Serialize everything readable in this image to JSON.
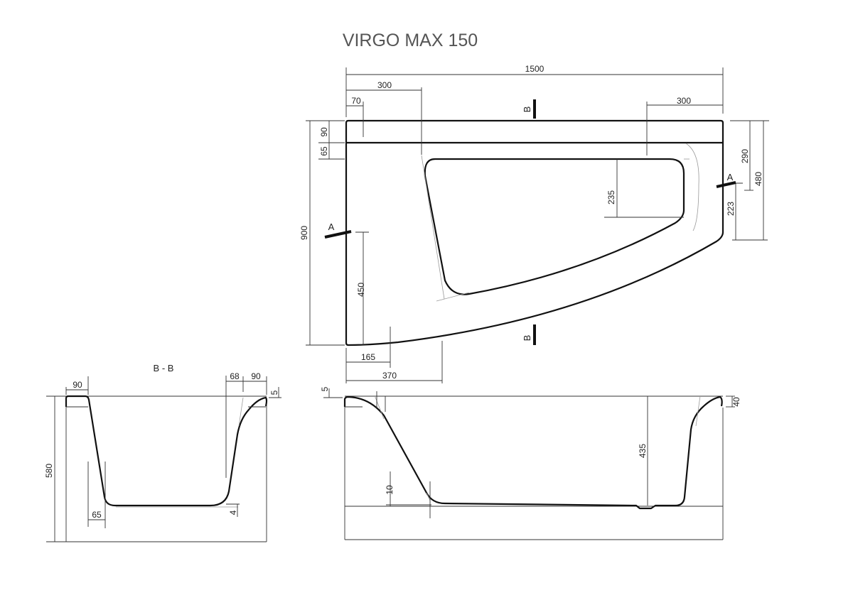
{
  "title": "VIRGO MAX 150",
  "section_b_title": "B - B",
  "section_marks": {
    "a": "A",
    "b": "B"
  },
  "top_view": {
    "d1500": "1500",
    "d300_left": "300",
    "d70": "70",
    "d300_right": "300",
    "d900": "900",
    "d90": "90",
    "d65": "65",
    "d290": "290",
    "d480": "480",
    "d223": "223",
    "d235": "235",
    "d450": "450",
    "d165": "165",
    "d370": "370"
  },
  "section_bb": {
    "d90_left": "90",
    "d68": "68",
    "d90_right": "90",
    "d5": "5",
    "d580": "580",
    "d65": "65",
    "d4": "4"
  },
  "section_aa": {
    "d5": "5",
    "d40": "40",
    "d435": "435",
    "d10": "10"
  }
}
